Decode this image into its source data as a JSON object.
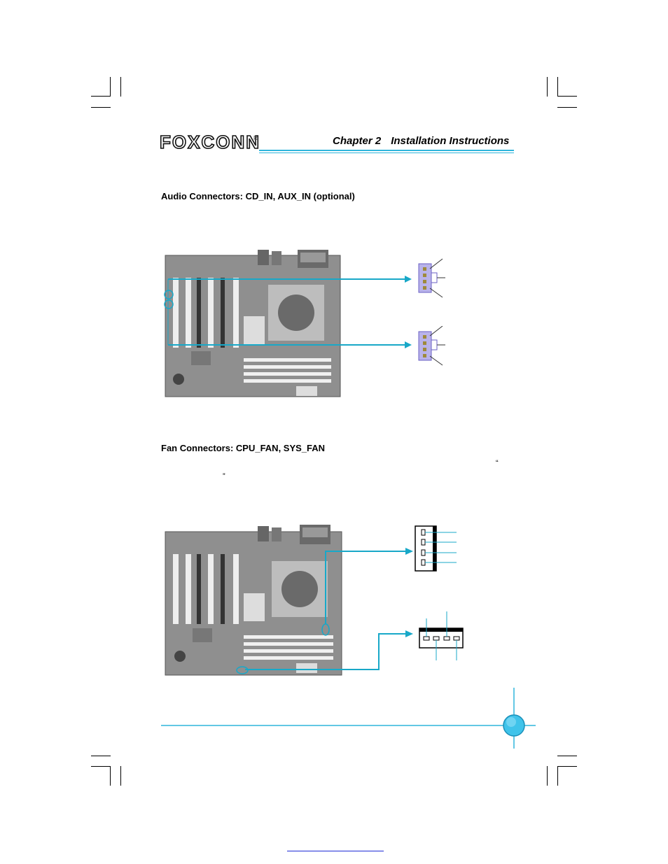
{
  "header": {
    "logo_text": "FOXCONN",
    "logo_registered": "R",
    "chapter_label": "Chapter 2",
    "chapter_title": "Installation Instructions",
    "accent_color": "#2fb5dc"
  },
  "sections": [
    {
      "heading": "Audio Connectors: CD_IN, AUX_IN (optional)"
    },
    {
      "heading": "Fan Connectors: CPU_FAN, SYS_FAN",
      "open_quote": "“",
      "close_quote": "”"
    }
  ],
  "colors": {
    "connector_fill": "#b9b3ea",
    "connector_pin": "#9e8a3a",
    "arrow": "#18a8c8",
    "link": "#1f2bd6"
  },
  "icons": [
    "motherboard-photo",
    "audio-connector-diagram",
    "fan-connector-diagram",
    "page-number-circle"
  ]
}
